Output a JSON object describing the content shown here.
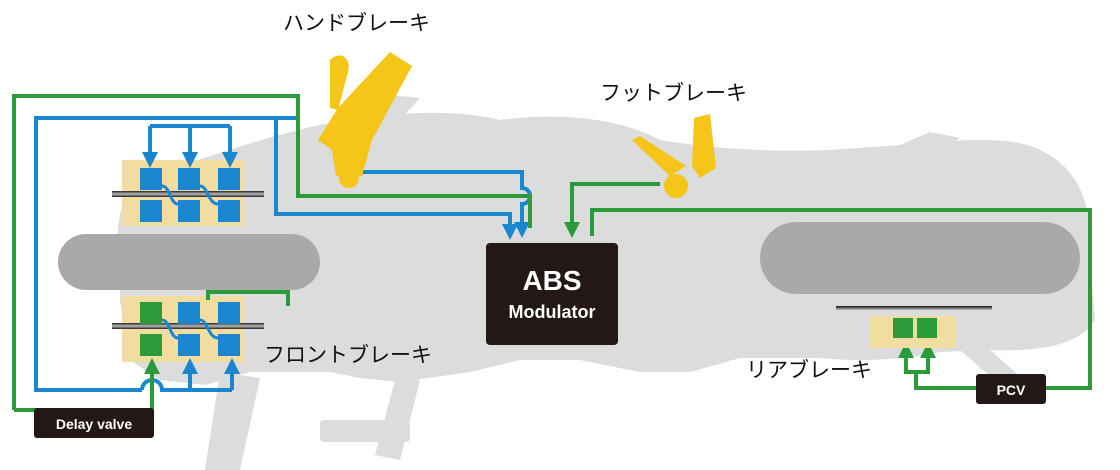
{
  "labels": {
    "hand_brake": "ハンドブレーキ",
    "foot_brake": "フットブレーキ",
    "front_brake": "フロントブレーキ",
    "rear_brake": "リアブレーキ"
  },
  "abs": {
    "title": "ABS",
    "subtitle": "Modulator"
  },
  "delay_valve": "Delay valve",
  "pcv": "PCV",
  "colors": {
    "blue_line": "#1a86d0",
    "green_line": "#2a9a3a",
    "yellow_part": "#f5c518",
    "caliper_bg": "#f2dda0",
    "dark_box": "#231815",
    "silhouette": "#dcdcdc",
    "tire": "#a9a9a9"
  }
}
